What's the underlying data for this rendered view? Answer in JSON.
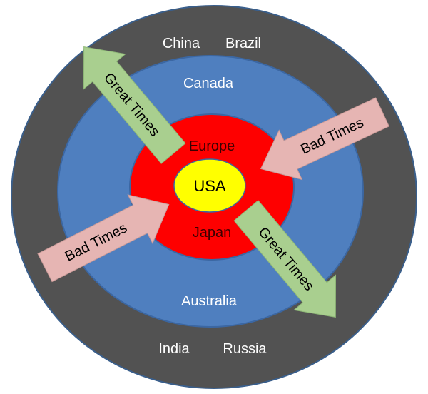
{
  "diagram": {
    "rings": {
      "outer": {
        "color": "#525252",
        "stroke": "#3a5f8c",
        "label_color": "#ffffff"
      },
      "blue": {
        "color": "#4f7fbf",
        "stroke": "#3b67a3",
        "label_color": "#ffffff"
      },
      "red": {
        "color": "#fe0000",
        "stroke": "#3b67a3",
        "label_color": "#3a0000"
      },
      "core": {
        "color": "#ffff00",
        "stroke": "#3b67a3",
        "label_color": "#000000"
      }
    },
    "labels": {
      "outer_top_left": "China",
      "outer_top_right": "Brazil",
      "outer_bottom_left": "India",
      "outer_bottom_right": "Russia",
      "blue_top": "Canada",
      "blue_bottom": "Australia",
      "red_top": "Europe",
      "red_bottom": "Japan",
      "core": "USA"
    },
    "arrows": {
      "great_color": "#a9cf8f",
      "bad_color": "#e6b5b3",
      "great_up": "Great Times",
      "great_down": "Great Times",
      "bad_left": "Bad Times",
      "bad_right": "Bad Times"
    }
  }
}
